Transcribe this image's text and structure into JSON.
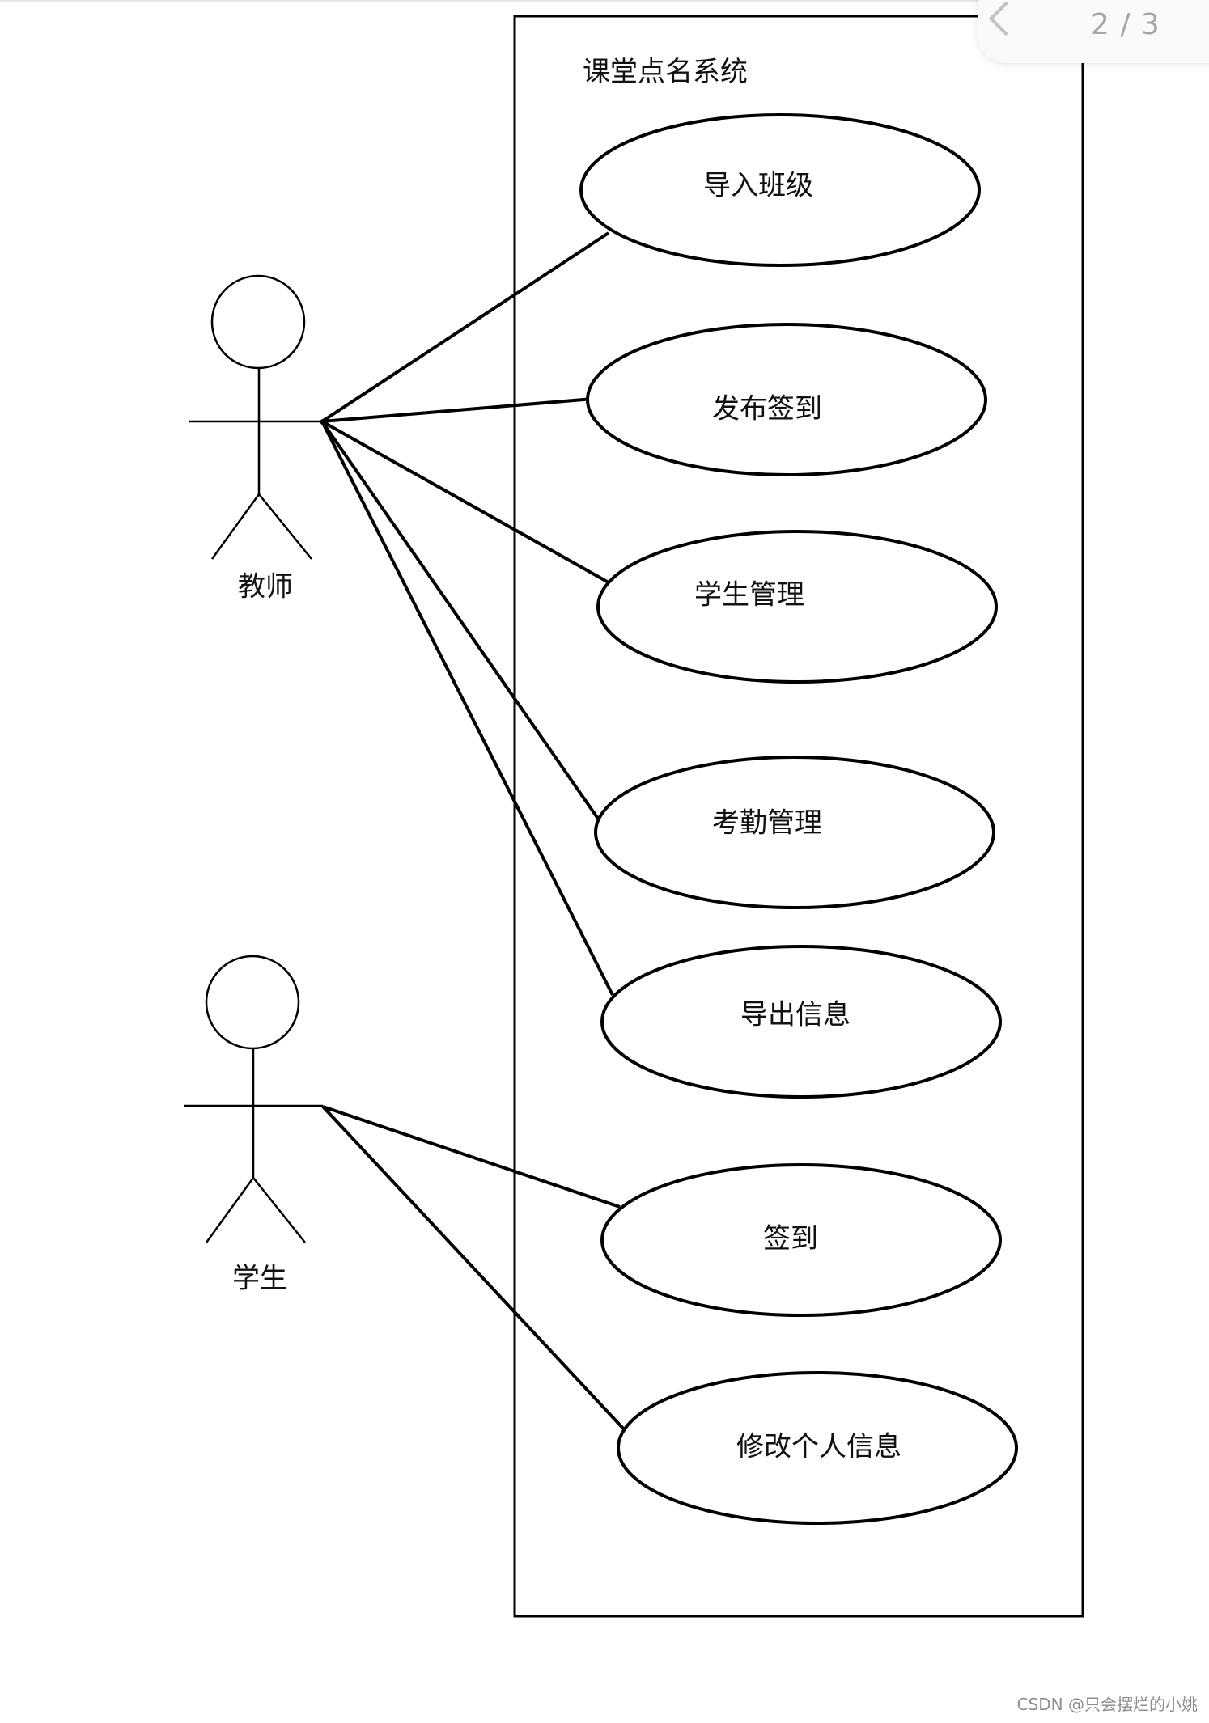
{
  "system": {
    "title": "课堂点名系统"
  },
  "actors": [
    {
      "id": "teacher",
      "label": "教师"
    },
    {
      "id": "student",
      "label": "学生"
    }
  ],
  "use_cases": [
    {
      "id": "import-class",
      "label": "导入班级"
    },
    {
      "id": "publish-checkin",
      "label": "发布签到"
    },
    {
      "id": "student-management",
      "label": "学生管理"
    },
    {
      "id": "attendance-management",
      "label": "考勤管理"
    },
    {
      "id": "export-info",
      "label": "导出信息"
    },
    {
      "id": "check-in",
      "label": "签到"
    },
    {
      "id": "edit-personal-info",
      "label": "修改个人信息"
    }
  ],
  "associations": [
    {
      "actor": "teacher",
      "use_case": "import-class"
    },
    {
      "actor": "teacher",
      "use_case": "publish-checkin"
    },
    {
      "actor": "teacher",
      "use_case": "student-management"
    },
    {
      "actor": "teacher",
      "use_case": "attendance-management"
    },
    {
      "actor": "teacher",
      "use_case": "export-info"
    },
    {
      "actor": "student",
      "use_case": "check-in"
    },
    {
      "actor": "student",
      "use_case": "edit-personal-info"
    }
  ],
  "pager": {
    "text": "2 / 3",
    "back_icon": "chevron-left-icon"
  },
  "watermark": "CSDN @只会摆烂的小姚"
}
